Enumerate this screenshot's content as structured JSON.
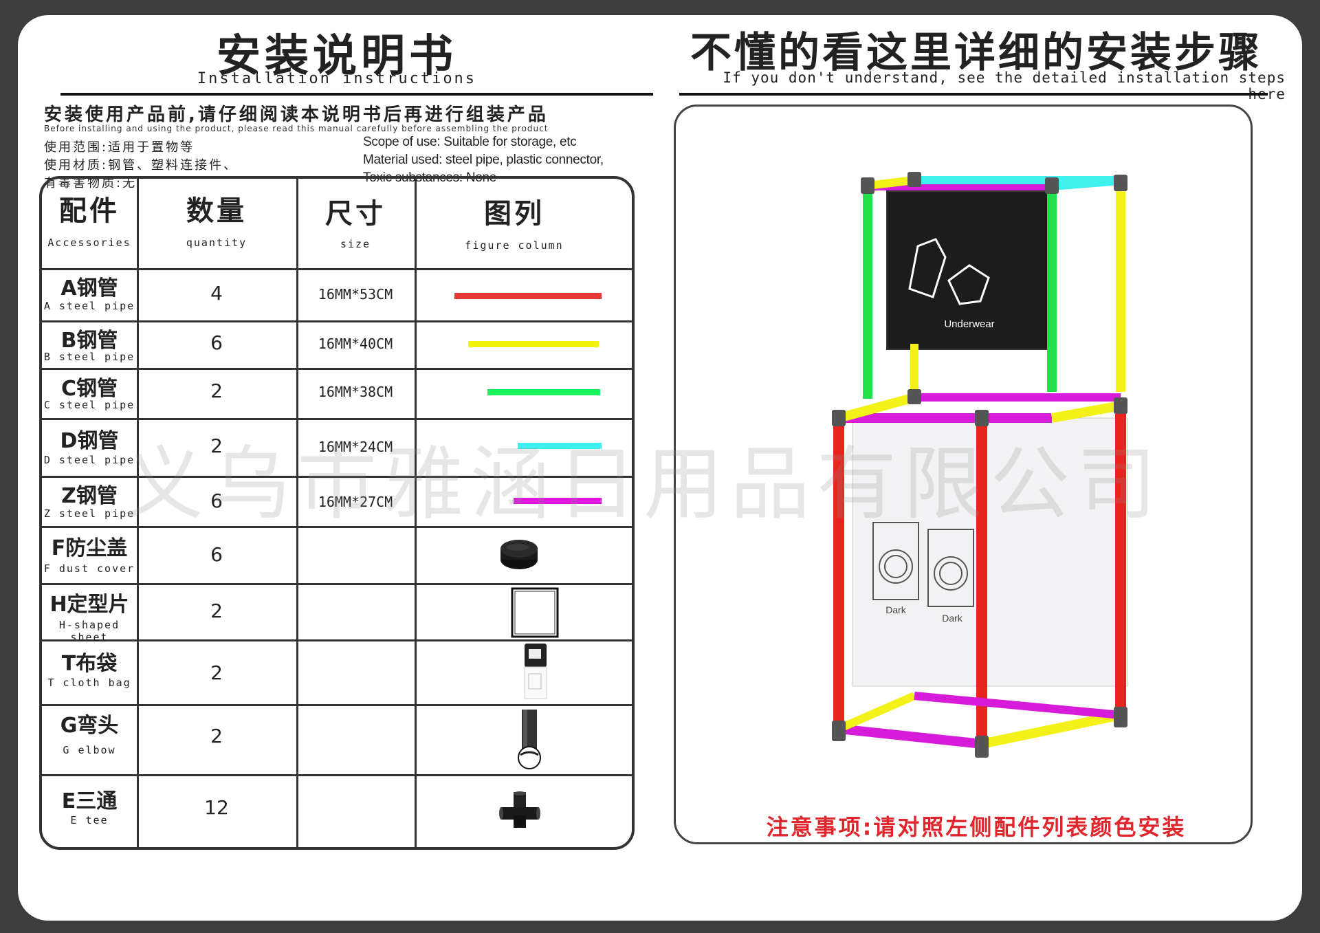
{
  "header": {
    "title_left": "安装说明书",
    "subtitle_left": "Installation instructions",
    "title_right": "不懂的看这里详细的安装步骤",
    "subtitle_right": "If you don't understand, see the detailed installation steps here"
  },
  "notice": {
    "cn": "安装使用产品前,请仔细阅读本说明书后再进行组装产品",
    "en": "Before installing and using the product, please read this manual carefully before assembling the product"
  },
  "info": {
    "scope_cn": "使用范围:适用于置物等",
    "material_cn": "使用材质:钢管、塑料连接件、",
    "toxic_cn": "有毒害物质:无",
    "scope_en": "Scope of use: Suitable for storage, etc",
    "material_en": "Material used: steel pipe, plastic connector,",
    "toxic_en": "Toxic substances: None"
  },
  "table": {
    "headers": [
      {
        "cn": "配件",
        "en": "Accessories"
      },
      {
        "cn": "数量",
        "en": "quantity"
      },
      {
        "cn": "尺寸",
        "en": "size"
      },
      {
        "cn": "图列",
        "en": "figure column"
      }
    ],
    "rows": [
      {
        "cn": "A钢管",
        "en": "A steel pipe",
        "qty": "4",
        "size": "16MM*53CM",
        "color": "#e53935"
      },
      {
        "cn": "B钢管",
        "en": "B steel pipe",
        "qty": "6",
        "size": "16MM*40CM",
        "color": "#f2f20a"
      },
      {
        "cn": "C钢管",
        "en": "C steel pipe",
        "qty": "2",
        "size": "16MM*38CM",
        "color": "#16f25c"
      },
      {
        "cn": "D钢管",
        "en": "D steel pipe",
        "qty": "2",
        "size": "16MM*24CM",
        "color": "#3ef0ee"
      },
      {
        "cn": "Z钢管",
        "en": "Z steel pipe",
        "qty": "6",
        "size": "16MM*27CM",
        "color": "#e218e0"
      },
      {
        "cn": "F防尘盖",
        "en": "F dust cover",
        "qty": "6",
        "size": ""
      },
      {
        "cn": "H定型片",
        "en": "H-shaped sheet",
        "qty": "2",
        "size": ""
      },
      {
        "cn": "T布袋",
        "en": "T cloth bag",
        "qty": "2",
        "size": ""
      },
      {
        "cn": "G弯头",
        "en": "G elbow",
        "qty": "2",
        "size": ""
      },
      {
        "cn": "E三通",
        "en": "E tee",
        "qty": "12",
        "size": ""
      }
    ]
  },
  "product": {
    "upper_bag_label": "Underwear",
    "lower_bag_label_1": "Dark",
    "lower_bag_label_2": "Dark"
  },
  "caution": "注意事项:请对照左侧配件列表颜色安装",
  "watermark": "义乌市雅涵日用品有限公司",
  "colors": {
    "red": "#e8241e",
    "yellow": "#f4f01a",
    "green": "#22e04a",
    "cyan": "#3ef0ee",
    "magenta": "#d61cd8",
    "caution_red": "#e0262c"
  }
}
